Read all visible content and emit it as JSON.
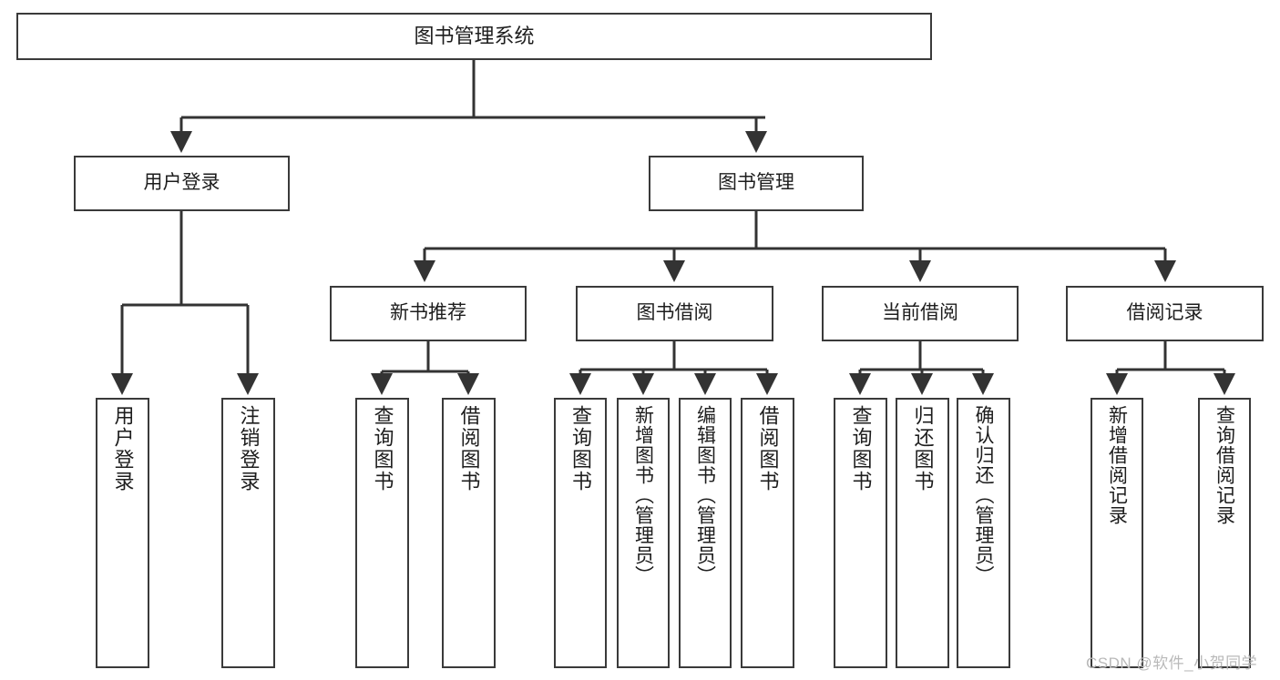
{
  "diagram": {
    "title": "图书管理系统",
    "type": "tree-hierarchy-diagram",
    "watermark": "CSDN @软件_小贺同学",
    "colors": {
      "box_border": "#3a3a3a",
      "box_fill": "#ffffff",
      "connector": "#333333",
      "text": "#1d1d1d",
      "watermark": "#b9b9b9",
      "background": "#ffffff"
    },
    "root": {
      "label": "图书管理系统"
    },
    "level2": [
      {
        "label": "用户登录"
      },
      {
        "label": "图书管理"
      }
    ],
    "level3": [
      {
        "label": "新书推荐"
      },
      {
        "label": "图书借阅"
      },
      {
        "label": "当前借阅"
      },
      {
        "label": "借阅记录"
      }
    ],
    "leaves": {
      "user_login": [
        {
          "label": "用户登录"
        },
        {
          "label": "注销登录"
        }
      ],
      "new_book_recommend": [
        {
          "label": "查询图书"
        },
        {
          "label": "借阅图书"
        }
      ],
      "book_borrow": [
        {
          "label": "查询图书"
        },
        {
          "label": "新增图书（管理员）"
        },
        {
          "label": "编辑图书（管理员）"
        },
        {
          "label": "借阅图书"
        }
      ],
      "current_borrow": [
        {
          "label": "查询图书"
        },
        {
          "label": "归还图书"
        },
        {
          "label": "确认归还（管理员）"
        }
      ],
      "borrow_record": [
        {
          "label": "新增借阅记录"
        },
        {
          "label": "查询借阅记录"
        }
      ]
    }
  }
}
